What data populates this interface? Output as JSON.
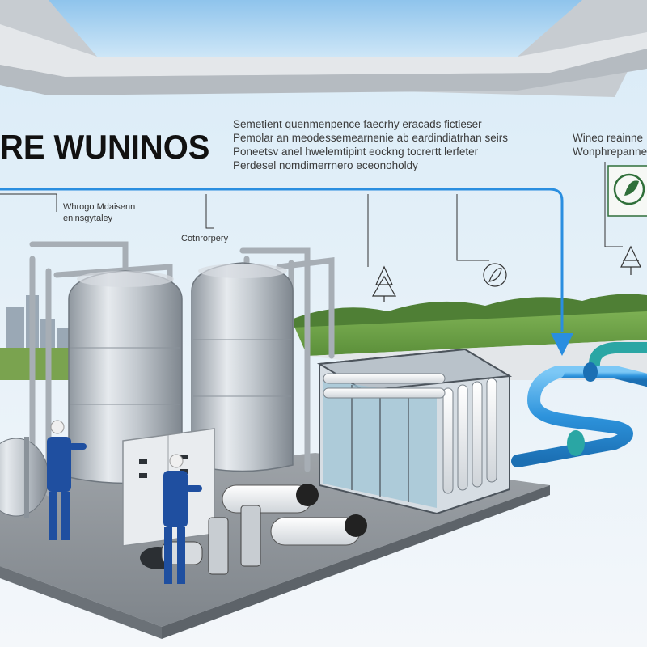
{
  "title": "RE WUNINOS",
  "description_lines": [
    "Semetient quenmenpence faecrhy eracads fictieser",
    "Pemolar an meodessemearnenie ab eardindiatrhan seirs",
    "Poneetsv anel hwelemtipint eockng tocrertt lerfeter",
    "Perdesel nomdimerrnero eceonoholdy"
  ],
  "side_text_lines": [
    "Wineo reainne",
    "Wonphrepanne"
  ],
  "label_left_lines": [
    "Whrogo Mdaisenn",
    "eninsgytaley"
  ],
  "label_tank": "Cotnrorpery",
  "icons": [
    "tree-ecology-icon",
    "leaf-eco-icon",
    "pine-tree-icon",
    "recycle-leaf-icon"
  ],
  "colors": {
    "pipe_blue": "#3ba3e6",
    "connector_line": "#2a8ee0",
    "tank_steel": "#b8bfc6",
    "sky": "#cfe3f3",
    "grass": "#6fa648"
  }
}
